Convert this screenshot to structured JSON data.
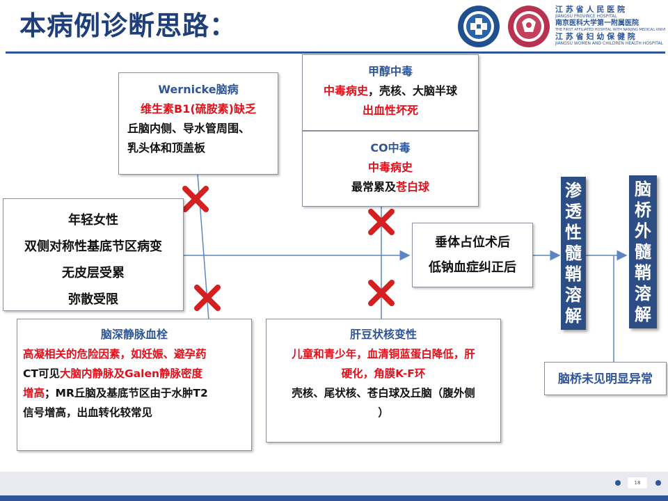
{
  "slide": {
    "title": "本病例诊断思路：",
    "page_number": "18"
  },
  "logos": {
    "logo1_name": "南京医科大学第一附属医院 seal",
    "logo2_name": "江苏省妇幼保健院 seal",
    "hospital1_cn": "江 苏 省 人 民 医 院",
    "hospital1_en": "JIANGSU PROVINCE HOSPITAL",
    "hospital1_cn2": "南京医科大学第一附属医院",
    "hospital1_en2": "THE FIRST AFFILIATED HOSPITAL WITH NANJING MEDICAL UNIVERSITY",
    "hospital2_cn": "江 苏 省 妇 幼 保 健 院",
    "hospital2_en": "JIANGSU WOMEN AND CHILDREN HEALTH HOSPITAL"
  },
  "boxes": {
    "wernicke": {
      "title": "Wernicke脑病",
      "line1": "维生素B1(硫胺素)缺乏",
      "line2": "丘脑内侧、导水管周围、",
      "line3": "乳头体和顶盖板"
    },
    "methanol": {
      "title": "甲醇中毒",
      "line1_red": "中毒病史",
      "line1_rest": "，壳核、大脑半球",
      "line2": "出血性坏死"
    },
    "co": {
      "title": "CO中毒",
      "line1": "中毒病史",
      "line2_black": "最常累及",
      "line2_red": "苍白球"
    },
    "patient": {
      "line1": "年轻女性",
      "line2": "双侧对称性基底节区病变",
      "line3": "无皮层受累",
      "line4": "弥散受限"
    },
    "pituitary": {
      "line1": "垂体占位术后",
      "line2": "低钠血症纠正后"
    },
    "cvt": {
      "title": "脑深静脉血栓",
      "line1": "高凝相关的危险因素，如妊娠、避孕药",
      "line2_black": "CT可见",
      "line2_red": "大脑内静脉及Galen静脉密度",
      "line3_red": "增高",
      "line3_rest": "；MR丘脑及基底节区由于水肿T2",
      "line4": "信号增高，出血转化较常见"
    },
    "wilson": {
      "title": "肝豆状核变性",
      "line1": "儿童和青少年，血清铜蓝蛋白降低，肝",
      "line2": "硬化，角膜K-F环",
      "line3": "壳核、尾状核、苍白球及丘脑（腹外侧",
      "line4": "）"
    },
    "pons": {
      "line1": "脑桥未见明显异常"
    }
  },
  "bands": {
    "osmotic": [
      "渗",
      "透",
      "性",
      "髓",
      "鞘",
      "溶",
      "解"
    ],
    "extrapontine": [
      "脑",
      "桥",
      "外",
      "髓",
      "鞘",
      "溶",
      "解"
    ]
  },
  "colors": {
    "title": "#1f3f7a",
    "heading": "#2e5597",
    "highlight": "#e0101a",
    "band": "#2c4e84",
    "cross": "#d42020",
    "arrow": "#5b86c4"
  }
}
